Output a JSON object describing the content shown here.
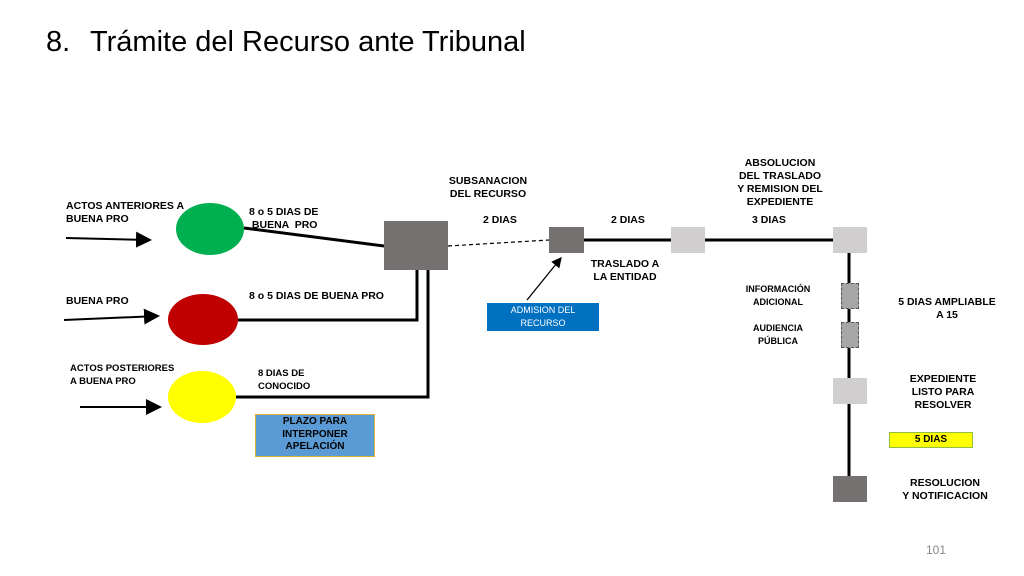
{
  "slide": {
    "number": "8.",
    "title": "Trámite del Recurso ante Tribunal",
    "page_number": "101"
  },
  "inputs": {
    "actos_anteriores": "ACTOS ANTERIORES A\nBUENA PRO",
    "buena_pro": "BUENA PRO",
    "actos_posteriores": "ACTOS POSTERIORES\nA BUENA PRO"
  },
  "plazos": {
    "anteriores": "8 o 5 DIAS DE\n BUENA  PRO",
    "buena_pro": "8 o 5 DIAS DE BUENA PRO",
    "posteriores": "8 DIAS DE\nCONOCIDO",
    "plazo_box": "PLAZO PARA\nINTERPONER\nAPELACIÓN"
  },
  "flow": {
    "subsanacion": "SUBSANACION\nDEL RECURSO",
    "dias_1": "2 DIAS",
    "dias_2": "2 DIAS",
    "dias_3": "3 DIAS",
    "admision": "ADMISION DEL\nRECURSO",
    "traslado": "TRASLADO A\nLA ENTIDAD",
    "absolucion": "ABSOLUCION\nDEL TRASLADO\nY REMISION DEL\nEXPEDIENTE",
    "info_adicional": "INFORMACIÓN\nADICIONAL",
    "audiencia": "AUDIENCIA\nPÚBLICA",
    "ampliable": "5 DIAS AMPLIABLE\nA 15",
    "expediente": "EXPEDIENTE\nLISTO PARA\nRESOLVER",
    "dias_5": "5 DIAS",
    "resolucion": "RESOLUCION\nY NOTIFICACION"
  },
  "colors": {
    "green": "#00b050",
    "red": "#c00000",
    "yellow": "#ffff00",
    "dark_gray": "#767171",
    "light_gray": "#d0cece",
    "blue_box": "#0070c0",
    "plazo_box": "#5b9bd5",
    "yellow_box": "#ffff00"
  }
}
